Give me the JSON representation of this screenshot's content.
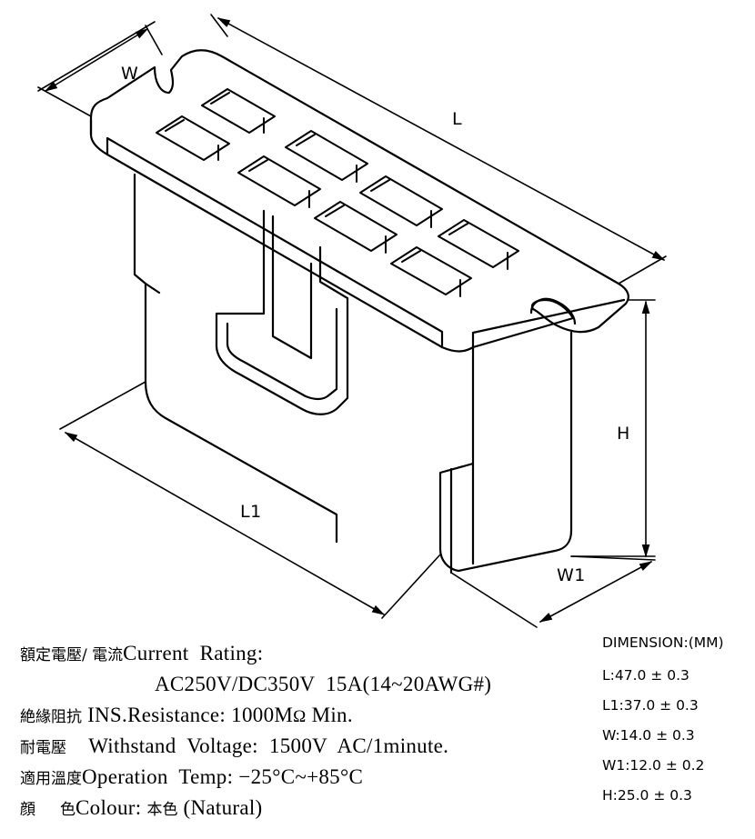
{
  "diagram": {
    "dimension_labels": {
      "W": "W",
      "L": "L",
      "H": "H",
      "L1": "L1",
      "W1": "W1"
    }
  },
  "specs": {
    "rating_cjk": "額定電壓/ 電流",
    "rating_en": "Current  Rating:",
    "rating_value": "AC250V/DC350V  15A(14~20AWG#)",
    "insulation_cjk": "絶緣阻抗",
    "insulation_en": "INS.Resistance: 1000M",
    "insulation_symbol": "Ω",
    "insulation_suffix": " Min.",
    "withstand_cjk": "耐電壓",
    "withstand_en": "Withstand  Voltage:  1500V  AC/1minute.",
    "operation_cjk": "適用溫度",
    "operation_en": "Operation  Temp: −25°C~+85°C",
    "colour_cjk": "顔     色",
    "colour_en": "Colour: ",
    "colour_cjk_value": "本色",
    "colour_en_value": " (Natural)"
  },
  "dimension_table": {
    "title": "DIMENSIΟN:(MM)",
    "rows": [
      "L:47.0 ± 0.3",
      "L1:37.0 ± 0.3",
      "W:14.0 ± 0.3",
      "W1:12.0 ± 0.2",
      "H:25.0 ± 0.3"
    ]
  }
}
